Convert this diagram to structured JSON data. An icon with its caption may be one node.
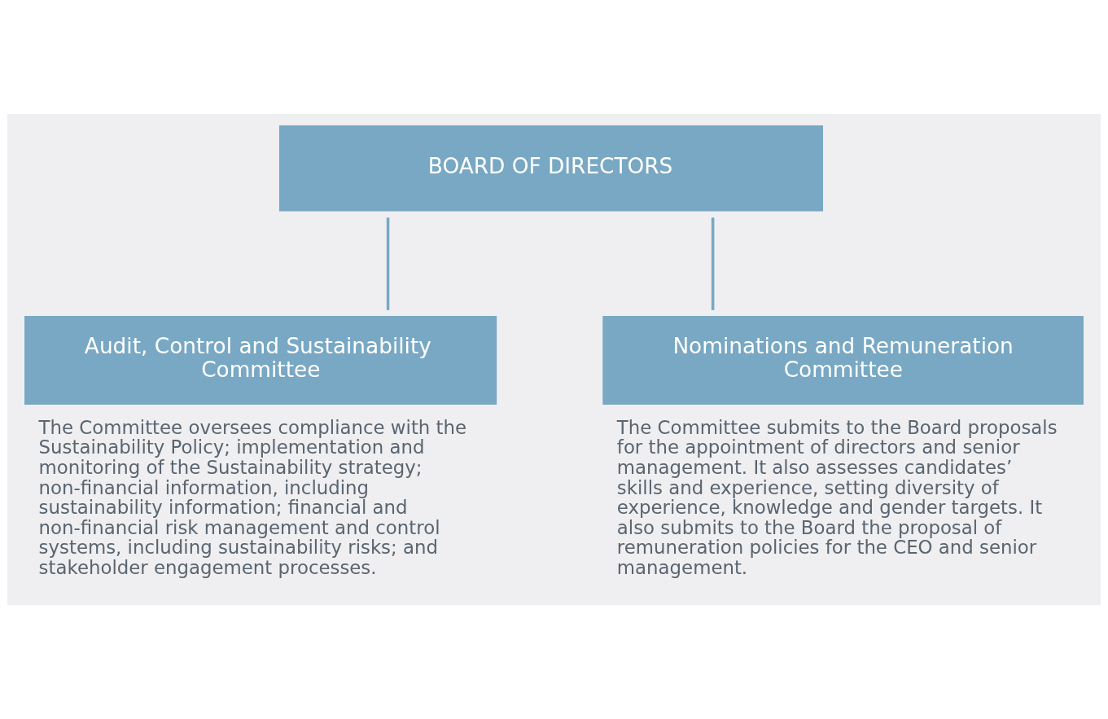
{
  "diagram": {
    "nodes": [
      {
        "text": [
          "BOARD OF DIRECTORS"
        ]
      },
      {
        "text": [
          "Audit, Control and Sustainability Committee"
        ],
        "beside": [
          "The Committee oversees compliance with the Sustainability Policy; implementation and monitoring of the Sustainability strategy; non-financial information, including sustainability information; financial and non-financial risk management and control systems, including sustainability risks; and stakeholder engagement processes."
        ]
      },
      {
        "text": [
          "Nominations and Remuneration Committee"
        ],
        "beside": [
          "The Committee submits to the Board proposals for the appointment of directors and senior management. It also assesses candidates’ skills and experience, setting diversity of experience, knowledge and gender targets. It also submits to the Board the proposal of remuneration policies for the CEO and senior management."
        ]
      }
    ],
    "edges": [
      {
        "from": 0,
        "to": 1,
        "arrow": "none"
      },
      {
        "from": 0,
        "to": 2,
        "arrow": "none"
      }
    ]
  }
}
